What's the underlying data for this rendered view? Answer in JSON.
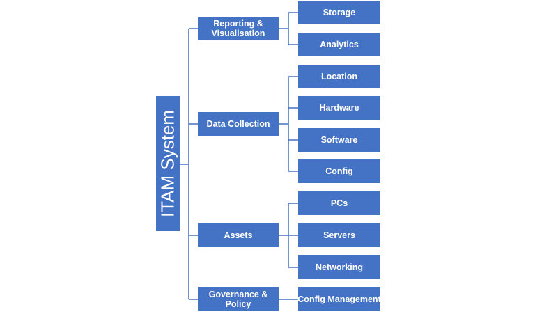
{
  "root": {
    "label": "ITAM System"
  },
  "categories": [
    {
      "label": "Reporting & Visualisation",
      "children": [
        "Storage",
        "Analytics"
      ]
    },
    {
      "label": "Data Collection",
      "children": [
        "Location",
        "Hardware",
        "Software",
        "Config"
      ]
    },
    {
      "label": "Assets",
      "children": [
        "PCs",
        "Servers",
        "Networking"
      ]
    },
    {
      "label": "Governance & Policy",
      "children": [
        "Config Management"
      ]
    }
  ],
  "colors": {
    "box_fill": "#4472c4",
    "box_text": "#ffffff",
    "connector": "#4472c4"
  }
}
